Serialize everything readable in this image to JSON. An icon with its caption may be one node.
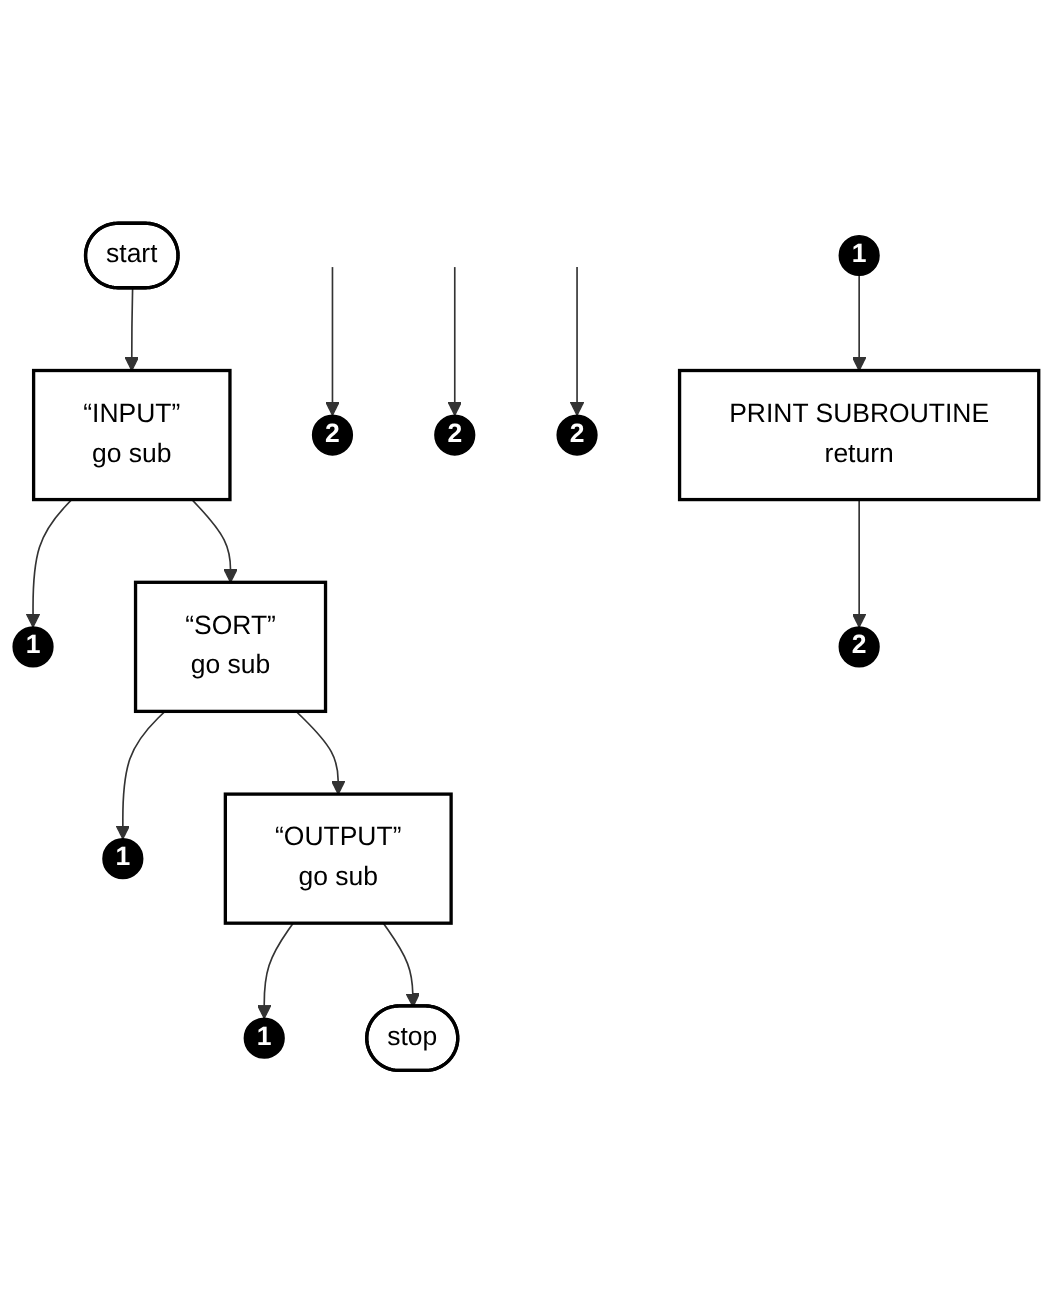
{
  "diagram": {
    "nodes": [
      {
        "text": [
          "start"
        ]
      },
      {
        "text": [
          "“INPUT”",
          "go sub"
        ]
      },
      {
        "text": [
          "1"
        ]
      },
      {
        "text": [
          "2"
        ]
      },
      {
        "text": [
          "“SORT”",
          "go sub"
        ]
      },
      {
        "text": [
          "1"
        ]
      },
      {
        "text": [
          "2"
        ]
      },
      {
        "text": [
          "“OUTPUT”",
          "go sub"
        ]
      },
      {
        "text": [
          "1"
        ]
      },
      {
        "text": [
          "2"
        ]
      },
      {
        "text": [
          "stop"
        ]
      },
      {
        "text": [
          "1"
        ]
      },
      {
        "text": [
          "PRINT SUBROUTINE",
          "return"
        ]
      },
      {
        "text": [
          "2"
        ]
      }
    ],
    "edges": [
      {
        "from": 0,
        "to": 1,
        "arrow": "to"
      },
      {
        "from": 1,
        "to": 2,
        "arrow": "to"
      },
      {
        "from": null,
        "to": 3,
        "arrow": "to"
      },
      {
        "from": 1,
        "to": 4,
        "arrow": "to"
      },
      {
        "from": 4,
        "to": 5,
        "arrow": "to"
      },
      {
        "from": null,
        "to": 6,
        "arrow": "to"
      },
      {
        "from": 4,
        "to": 7,
        "arrow": "to"
      },
      {
        "from": 7,
        "to": 8,
        "arrow": "to"
      },
      {
        "from": null,
        "to": 9,
        "arrow": "to"
      },
      {
        "from": 7,
        "to": 10,
        "arrow": "to"
      },
      {
        "from": 11,
        "to": 12,
        "arrow": "to"
      },
      {
        "from": 12,
        "to": 13,
        "arrow": "to"
      }
    ]
  }
}
